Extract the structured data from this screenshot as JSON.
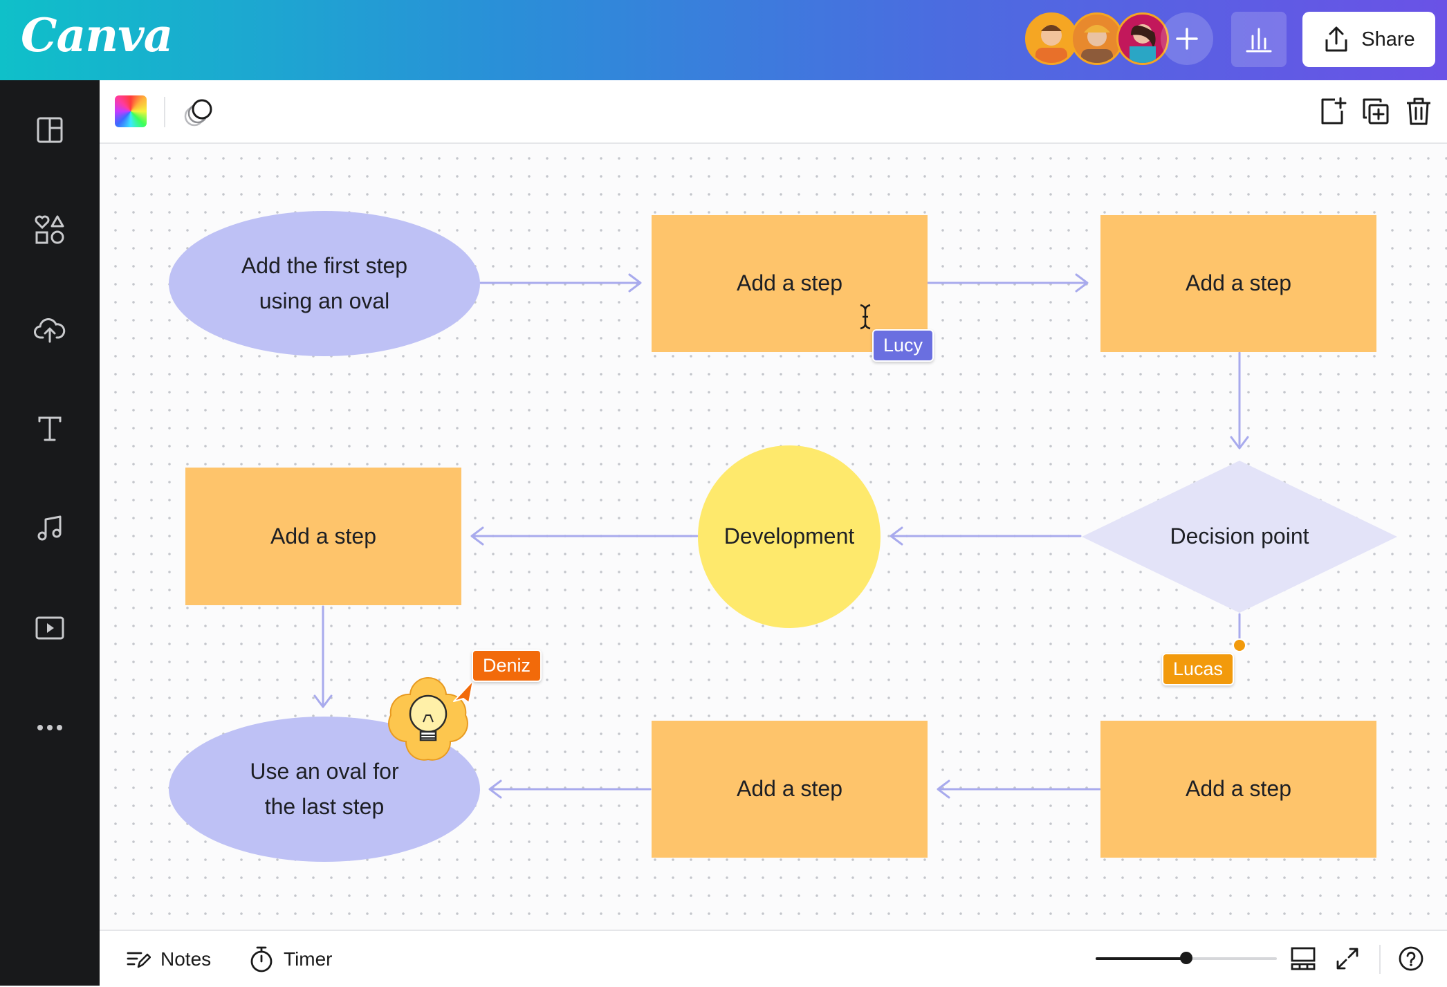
{
  "app": {
    "logo": "Canva"
  },
  "header": {
    "collaborators": [
      {
        "name": "collaborator-1",
        "color": "#f5a623"
      },
      {
        "name": "collaborator-2",
        "color": "#e8892d"
      },
      {
        "name": "collaborator-3",
        "color": "#c2185b"
      }
    ],
    "share_label": "Share"
  },
  "sidebar": {
    "items": [
      {
        "icon": "templates-icon"
      },
      {
        "icon": "elements-icon"
      },
      {
        "icon": "uploads-icon"
      },
      {
        "icon": "text-icon"
      },
      {
        "icon": "audio-icon"
      },
      {
        "icon": "video-icon"
      },
      {
        "icon": "more-icon"
      }
    ]
  },
  "toolbar": {
    "tools": [
      "color-picker-icon",
      "transparency-icon"
    ],
    "actions": [
      "add-page-icon",
      "duplicate-icon",
      "trash-icon"
    ]
  },
  "flowchart": {
    "start": "Add the first step\nusing an oval",
    "step1": "Add a step",
    "step2": "Add a step",
    "decision": "Decision point",
    "development": "Development",
    "step3": "Add a step",
    "step4": "Add a step",
    "step5": "Add a step",
    "end": "Use an oval for\nthe last step",
    "colors": {
      "oval": "#bec1f5",
      "rect": "#fec46b",
      "circle": "#fee96c",
      "diamond": "#e3e3f8",
      "arrow": "#a8aaed"
    }
  },
  "cursors": [
    {
      "label": "Lucy",
      "color": "#6a6fe0"
    },
    {
      "label": "Lucas",
      "color": "#f29a0c"
    },
    {
      "label": "Deniz",
      "color": "#f26a0a"
    }
  ],
  "bottombar": {
    "notes_label": "Notes",
    "timer_label": "Timer",
    "zoom_fraction": 0.5
  }
}
